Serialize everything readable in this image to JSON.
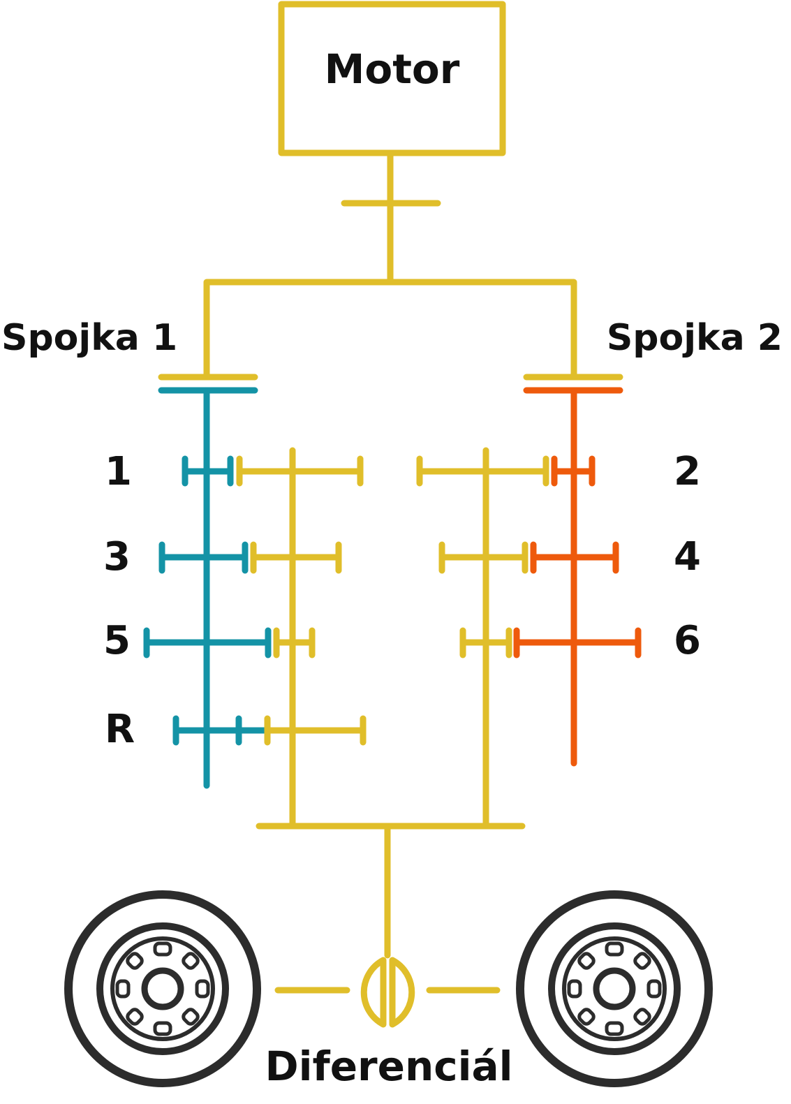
{
  "labels": {
    "motor": "Motor",
    "clutch1": "Spojka 1",
    "clutch2": "Spojka 2",
    "gear1": "1",
    "gear2": "2",
    "gear3": "3",
    "gear4": "4",
    "gear5": "5",
    "gear6": "6",
    "gearR": "R",
    "differential": "Diferenciál"
  },
  "colors": {
    "engine_path": "#e0be2a",
    "shaft_odd": "#1493a6",
    "shaft_even": "#ee5a0c",
    "wheels": "#2c2c2c",
    "text": "#111111"
  },
  "icons": [
    "wheel-icon",
    "differential-icon"
  ]
}
